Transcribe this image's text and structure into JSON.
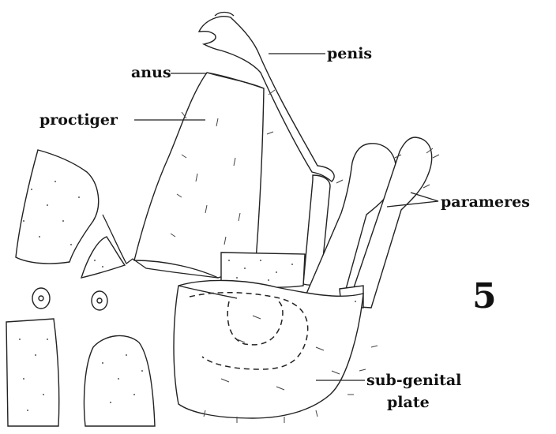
{
  "labels": {
    "penis": "penis",
    "anus": "anus",
    "proctiger": "proctiger",
    "parameres": "parameres",
    "subgenital_line1": "sub-genital",
    "subgenital_line2": "plate"
  },
  "figure_number": "5"
}
